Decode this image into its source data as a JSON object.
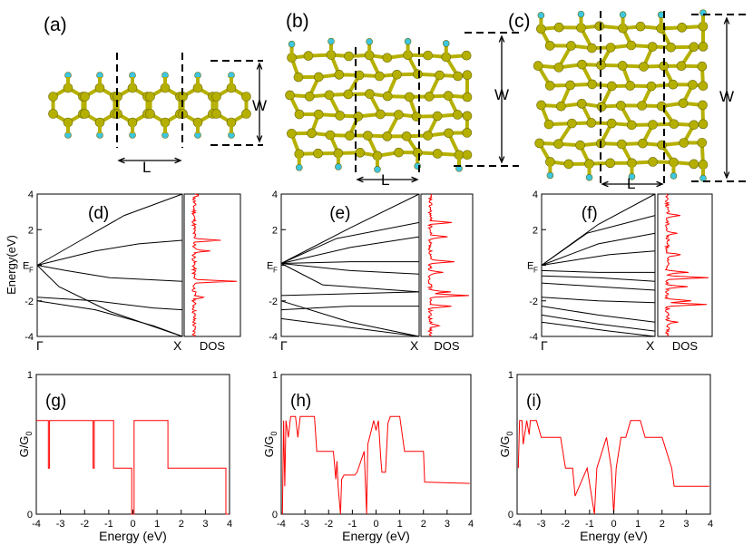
{
  "panels": {
    "a": "(a)",
    "b": "(b)",
    "c": "(c)",
    "d": "(d)",
    "e": "(e)",
    "f": "(f)",
    "g": "(g)",
    "h": "(h)",
    "i": "(i)"
  },
  "structures": {
    "width_label": "W",
    "length_label": "L"
  },
  "band_plots": {
    "ylabel": "Energy(eV)",
    "yticks": [
      "4",
      "2",
      "E",
      "-2",
      "-4"
    ],
    "fermi_subscript": "F",
    "gamma_label": "Γ",
    "x_label": "X",
    "dos_label": "DOS"
  },
  "conductance_plots": {
    "ylabel_main": "G/G",
    "ylabel_sub": "0",
    "xlabel": "Energy (eV)",
    "xticks": [
      "-4",
      "-3",
      "-2",
      "-1",
      "0",
      "1",
      "2",
      "3",
      "4"
    ],
    "yticks": [
      "0",
      "1"
    ]
  },
  "colors": {
    "atom_carbon": "#b5b000",
    "atom_hydrogen": "#3cc6e0",
    "dos_line": "#ff0000",
    "band_line": "#000000"
  },
  "chart_data": [
    {
      "type": "line",
      "panel": "(g)",
      "xlabel": "Energy (eV)",
      "ylabel": "G/G0",
      "xlim": [
        -4,
        4
      ],
      "ylim": [
        0,
        1
      ],
      "series": [
        {
          "points": [
            [
              -4,
              0.67
            ],
            [
              -3.5,
              0.67
            ],
            [
              -3.5,
              0.33
            ],
            [
              -3.45,
              0.33
            ],
            [
              -3.45,
              0.67
            ],
            [
              -1.65,
              0.67
            ],
            [
              -1.65,
              0.33
            ],
            [
              -1.6,
              0.33
            ],
            [
              -1.6,
              0.67
            ],
            [
              -0.8,
              0.67
            ],
            [
              -0.8,
              0.33
            ],
            [
              -0.05,
              0.33
            ],
            [
              -0.05,
              0
            ],
            [
              0.05,
              0
            ],
            [
              0.05,
              0.67
            ],
            [
              1.45,
              0.67
            ],
            [
              1.45,
              0.33
            ],
            [
              3.85,
              0.33
            ],
            [
              3.85,
              0
            ],
            [
              3.95,
              0
            ]
          ]
        }
      ]
    },
    {
      "type": "line",
      "panel": "(h)",
      "xlabel": "Energy (eV)",
      "ylabel": "G/G0",
      "xlim": [
        -4,
        4
      ],
      "ylim": [
        0,
        1
      ],
      "series": [
        {
          "points": [
            [
              -3.95,
              0
            ],
            [
              -3.9,
              0.67
            ],
            [
              -3.85,
              0.2
            ],
            [
              -3.8,
              0.67
            ],
            [
              -3.7,
              0.55
            ],
            [
              -3.6,
              0.7
            ],
            [
              -3.4,
              0.7
            ],
            [
              -3.3,
              0.55
            ],
            [
              -3.2,
              0.7
            ],
            [
              -2.6,
              0.7
            ],
            [
              -2.5,
              0.45
            ],
            [
              -2.0,
              0.45
            ],
            [
              -1.8,
              0.45
            ],
            [
              -1.7,
              0.25
            ],
            [
              -1.65,
              0.38
            ],
            [
              -1.6,
              0.2
            ],
            [
              -1.5,
              0.0
            ],
            [
              -1.45,
              0.25
            ],
            [
              -1.35,
              0.28
            ],
            [
              -0.9,
              0.28
            ],
            [
              -0.8,
              0.3
            ],
            [
              -0.7,
              0.35
            ],
            [
              -0.5,
              0.45
            ],
            [
              -0.4,
              0.0
            ],
            [
              -0.35,
              0.5
            ],
            [
              -0.2,
              0.6
            ],
            [
              -0.1,
              0.67
            ],
            [
              0,
              0.6
            ],
            [
              0.1,
              0.67
            ],
            [
              0.2,
              0.4
            ],
            [
              0.25,
              0.3
            ],
            [
              0.4,
              0.3
            ],
            [
              0.5,
              0.65
            ],
            [
              0.6,
              0.7
            ],
            [
              1.0,
              0.7
            ],
            [
              1.2,
              0.45
            ],
            [
              2.0,
              0.45
            ],
            [
              2.05,
              0.23
            ],
            [
              3.95,
              0.22
            ]
          ]
        }
      ]
    },
    {
      "type": "line",
      "panel": "(i)",
      "xlabel": "Energy (eV)",
      "ylabel": "G/G0",
      "xlim": [
        -4,
        4
      ],
      "ylim": [
        0,
        1
      ],
      "series": [
        {
          "points": [
            [
              -3.95,
              0.33
            ],
            [
              -3.9,
              0.67
            ],
            [
              -3.8,
              0.67
            ],
            [
              -3.75,
              0.5
            ],
            [
              -3.6,
              0.67
            ],
            [
              -3.5,
              0.57
            ],
            [
              -3.45,
              0.67
            ],
            [
              -3.2,
              0.67
            ],
            [
              -3.0,
              0.55
            ],
            [
              -2.2,
              0.55
            ],
            [
              -2.0,
              0.33
            ],
            [
              -1.7,
              0.33
            ],
            [
              -1.6,
              0.13
            ],
            [
              -1.1,
              0.33
            ],
            [
              -0.8,
              0.0
            ],
            [
              -0.7,
              0.33
            ],
            [
              -0.3,
              0.55
            ],
            [
              -0.1,
              0.33
            ],
            [
              0,
              0.0
            ],
            [
              0.1,
              0.33
            ],
            [
              0.3,
              0.55
            ],
            [
              0.5,
              0.55
            ],
            [
              0.7,
              0.67
            ],
            [
              1.1,
              0.67
            ],
            [
              1.3,
              0.55
            ],
            [
              2.0,
              0.55
            ],
            [
              2.4,
              0.33
            ],
            [
              2.5,
              0.2
            ],
            [
              3.95,
              0.2
            ]
          ]
        }
      ]
    },
    {
      "type": "line",
      "panel": "(d)",
      "ylabel": "Energy(eV)",
      "ylim": [
        -4,
        4
      ],
      "x_tick_labels": [
        "Γ",
        "X"
      ],
      "series": [
        {
          "points": [
            [
              0,
              0
            ],
            [
              0.3,
              1.4
            ],
            [
              0.6,
              2.8
            ],
            [
              1,
              4
            ]
          ]
        },
        {
          "points": [
            [
              0,
              0
            ],
            [
              0.4,
              0.8
            ],
            [
              0.7,
              1.2
            ],
            [
              1,
              1.4
            ]
          ]
        },
        {
          "points": [
            [
              0,
              0
            ],
            [
              0.2,
              -0.3
            ],
            [
              0.5,
              -0.7
            ],
            [
              1,
              -0.9
            ]
          ]
        },
        {
          "points": [
            [
              0,
              0
            ],
            [
              0.15,
              -1.2
            ],
            [
              0.5,
              -2.6
            ],
            [
              1,
              -4
            ]
          ]
        },
        {
          "points": [
            [
              0,
              -1.8
            ],
            [
              0.4,
              -2.0
            ],
            [
              0.8,
              -2.4
            ],
            [
              1,
              -2.5
            ]
          ]
        },
        {
          "points": [
            [
              0,
              -2.0
            ],
            [
              0.4,
              -2.5
            ],
            [
              0.8,
              -3.4
            ],
            [
              1,
              -4
            ]
          ]
        }
      ]
    },
    {
      "type": "line",
      "panel": "(e)",
      "ylabel": "Energy(eV)",
      "ylim": [
        -4,
        4
      ],
      "x_tick_labels": [
        "Γ",
        "X"
      ],
      "series": [
        {
          "points": [
            [
              0,
              0.1
            ],
            [
              0.5,
              2.1
            ],
            [
              1,
              4
            ]
          ]
        },
        {
          "points": [
            [
              0,
              0.1
            ],
            [
              0.4,
              1.5
            ],
            [
              1,
              2.4
            ]
          ]
        },
        {
          "points": [
            [
              0,
              0.1
            ],
            [
              0.5,
              1.0
            ],
            [
              1,
              1.6
            ]
          ]
        },
        {
          "points": [
            [
              0,
              0.1
            ],
            [
              0.5,
              0.2
            ],
            [
              1,
              0.2
            ]
          ]
        },
        {
          "points": [
            [
              0,
              0.1
            ],
            [
              0.5,
              -0.3
            ],
            [
              1,
              -0.5
            ]
          ]
        },
        {
          "points": [
            [
              0,
              0.1
            ],
            [
              0.3,
              -1.1
            ],
            [
              1,
              -1.5
            ]
          ]
        },
        {
          "points": [
            [
              0,
              -1.7
            ],
            [
              0.5,
              -1.6
            ],
            [
              1,
              -1.5
            ]
          ]
        },
        {
          "points": [
            [
              0,
              -2.5
            ],
            [
              0.5,
              -2.3
            ],
            [
              1,
              -2.3
            ]
          ]
        },
        {
          "points": [
            [
              0,
              -2.0
            ],
            [
              0.5,
              -3.2
            ],
            [
              1,
              -4
            ]
          ]
        },
        {
          "points": [
            [
              0,
              -3.0
            ],
            [
              0.6,
              -3.6
            ],
            [
              1,
              -4
            ]
          ]
        }
      ]
    },
    {
      "type": "line",
      "panel": "(f)",
      "ylabel": "Energy(eV)",
      "ylim": [
        -4,
        4
      ],
      "x_tick_labels": [
        "Γ",
        "X"
      ],
      "series": [
        {
          "points": [
            [
              0,
              0
            ],
            [
              0.5,
              2.3
            ],
            [
              1,
              4
            ]
          ]
        },
        {
          "points": [
            [
              0,
              0
            ],
            [
              0.4,
              1.8
            ],
            [
              1,
              2.8
            ]
          ]
        },
        {
          "points": [
            [
              0,
              0
            ],
            [
              0.5,
              1.2
            ],
            [
              1,
              1.8
            ]
          ]
        },
        {
          "points": [
            [
              0,
              0
            ],
            [
              0.6,
              0.6
            ],
            [
              1,
              0.8
            ]
          ]
        },
        {
          "points": [
            [
              0,
              -0.3
            ],
            [
              0.5,
              -0.4
            ],
            [
              1,
              -0.4
            ]
          ]
        },
        {
          "points": [
            [
              0,
              -0.6
            ],
            [
              0.5,
              -0.7
            ],
            [
              1,
              -0.9
            ]
          ]
        },
        {
          "points": [
            [
              0,
              -1.0
            ],
            [
              0.5,
              -1.2
            ],
            [
              1,
              -1.4
            ]
          ]
        },
        {
          "points": [
            [
              0,
              -1.8
            ],
            [
              0.5,
              -2.0
            ],
            [
              1,
              -2.1
            ]
          ]
        },
        {
          "points": [
            [
              0,
              -2.3
            ],
            [
              0.5,
              -2.8
            ],
            [
              1,
              -3.2
            ]
          ]
        },
        {
          "points": [
            [
              0,
              -2.8
            ],
            [
              0.5,
              -3.3
            ],
            [
              1,
              -3.7
            ]
          ]
        },
        {
          "points": [
            [
              0,
              -3.2
            ],
            [
              0.6,
              -3.7
            ],
            [
              1,
              -4
            ]
          ]
        }
      ]
    }
  ]
}
